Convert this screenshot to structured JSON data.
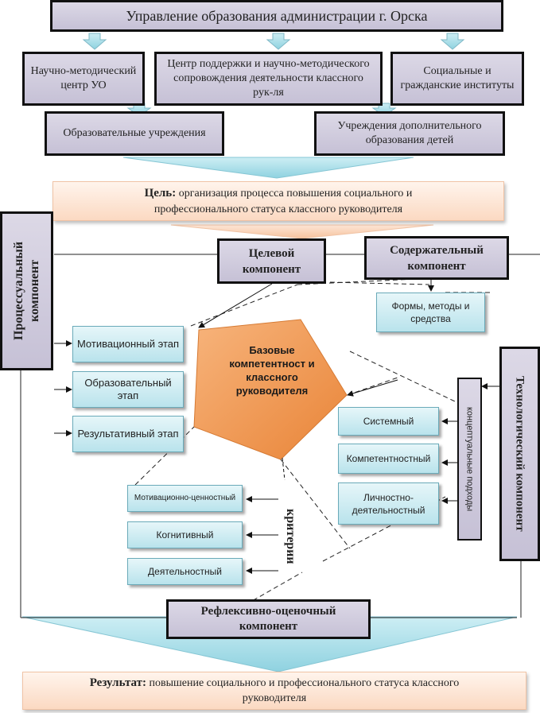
{
  "top_header": "Управление образования администрации г. Орска",
  "level1": {
    "left": "Научно-методический центр УО",
    "center": "Центр поддержки и научно-методического сопровождения деятельности классного рук-ля",
    "right": "Социальные и гражданские институты"
  },
  "level2": {
    "left": "Образовательные учреждения",
    "right": "Учреждения дополнительного образования детей"
  },
  "goal": {
    "label": "Цель:",
    "text": "организация процесса повышения социального и профессионального статуса классного руководителя"
  },
  "procedural": "Процессуальный компонент",
  "target_component": "Целевой компонент",
  "content_component": "Содержательный компонент",
  "forms": "Формы, методы и средства",
  "stages": [
    "Мотивационный этап",
    "Образовательный этап",
    "Результативный этап"
  ],
  "center": "Базовые компетентност и классного руководителя",
  "technological": "Технологический компонент",
  "approaches_label": "концептуальные подходы",
  "approaches": [
    "Системный",
    "Компетентностный",
    "Личностно-деятельностный"
  ],
  "criteria_label": "критерии",
  "criteria": [
    "Мотивационно-ценностный",
    "Когнитивный",
    "Деятельностный"
  ],
  "reflective": "Рефлексивно-оценочный компонент",
  "result": {
    "label": "Результат:",
    "text": "повышение социального и профессионального статуса классного руководителя"
  },
  "colors": {
    "teal_fill": "#c9ecf2",
    "peach_fill": "#fbe3d3",
    "pentagon": "#f29c5a",
    "arrow": "#a9dde8"
  }
}
